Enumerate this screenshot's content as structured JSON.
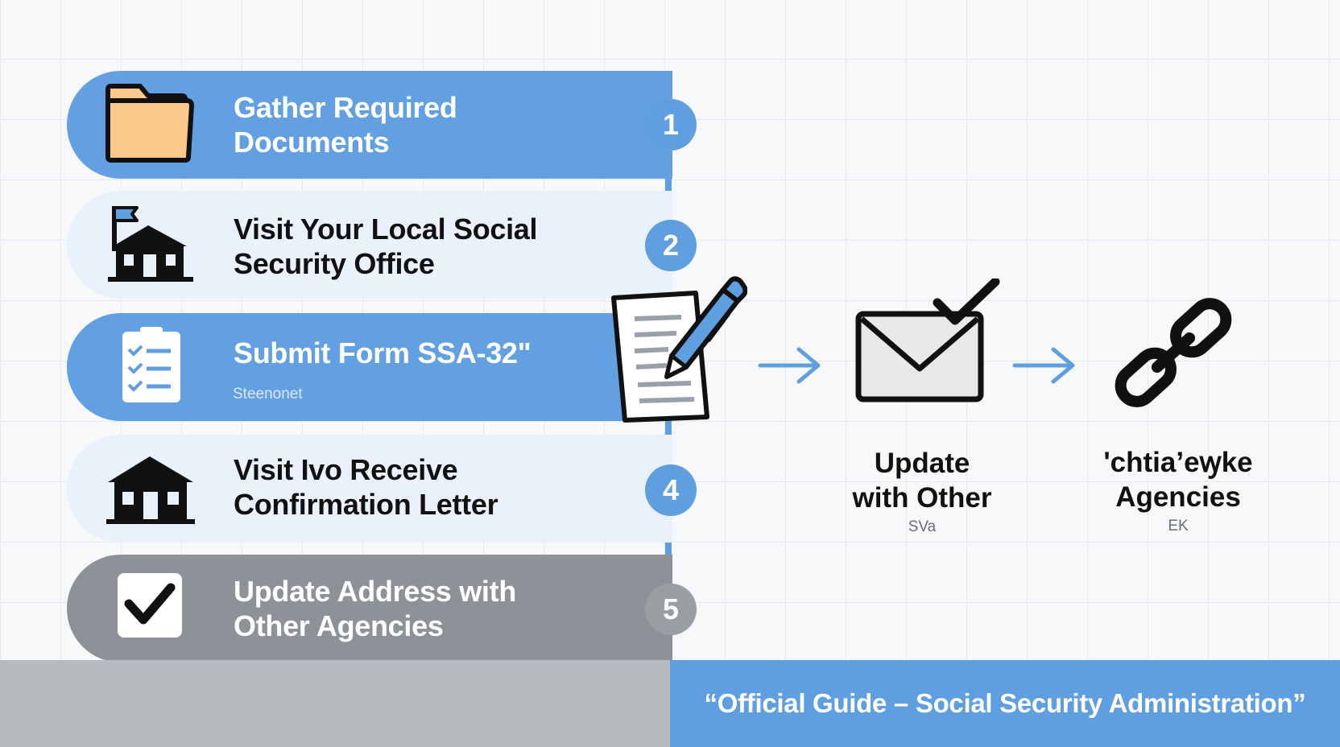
{
  "steps": [
    {
      "number": "1",
      "title_line1": "Gather Required",
      "title_line2": "Documents",
      "icon": "folder-icon",
      "style": "blue"
    },
    {
      "number": "2",
      "title_line1": "Visit Your Local Social",
      "title_line2": "Security Office",
      "icon": "office-building-flag-icon",
      "style": "light"
    },
    {
      "number": "",
      "title_line1": "Submit Form SSA-32\"",
      "subtitle": "Steenonet",
      "icon": "checklist-icon",
      "style": "blue"
    },
    {
      "number": "4",
      "title_line1": "Visit Ivo Receive",
      "title_line2": "Confirmation Letter",
      "icon": "house-icon",
      "style": "light"
    },
    {
      "number": "5",
      "title_line1": "Update Address with",
      "title_line2": "Other Agencies",
      "icon": "checkbox-icon",
      "style": "gray"
    }
  ],
  "flow": [
    {
      "icon": "document-pen-icon"
    },
    {
      "icon": "arrow-right-icon"
    },
    {
      "icon": "envelope-check-icon",
      "label_line1": "Update",
      "label_line2": "with Other",
      "sub": "SVa"
    },
    {
      "icon": "arrow-right-icon"
    },
    {
      "icon": "chain-link-icon",
      "label_line1": "'chtiaʼeꝡke",
      "label_line2": "Agencies",
      "sub": "EK"
    }
  ],
  "footer": {
    "text": "“Official Guide – Social Security Administration”"
  },
  "colors": {
    "accent_blue": "#62a0e1",
    "light_blue": "#e9f1fb",
    "gray": "#8e9298",
    "footer_gray": "#b7babf"
  }
}
